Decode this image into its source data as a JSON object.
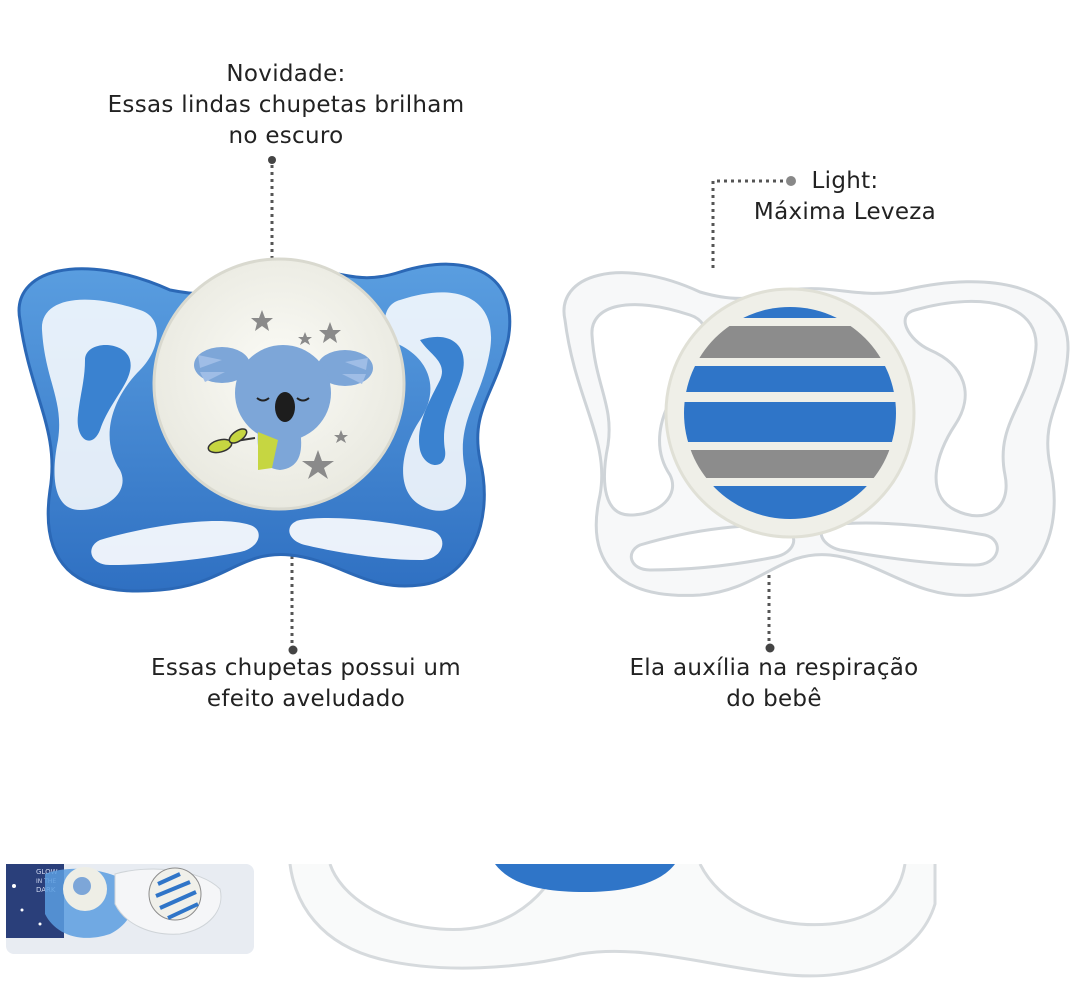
{
  "captions": {
    "novidade": {
      "title": "Novidade:",
      "line1": "Essas lindas chupetas brilham",
      "line2": "no escuro"
    },
    "light": {
      "title": "Light:",
      "line1": "Máxima Leveza"
    },
    "aveludado": {
      "line1": "Essas chupetas possui um",
      "line2": "efeito aveludado"
    },
    "respiracao": {
      "line1": "Ela auxília na respiração",
      "line2": "do bebê"
    }
  },
  "package_text": {
    "line1": "GLOW",
    "line2": "IN THE",
    "line3": "DARK"
  },
  "colors": {
    "blue_shield": "#3a82d0",
    "blue_stripe": "#2f75c8",
    "gray_stripe": "#8c8c8c",
    "clear_shield": "#dfe3e6",
    "glow_button": "#eeeee6",
    "koala": "#7da6d8",
    "dotted_line": "#555555"
  },
  "icons": [
    "koala-icon",
    "star-icon",
    "leaf-icon"
  ]
}
